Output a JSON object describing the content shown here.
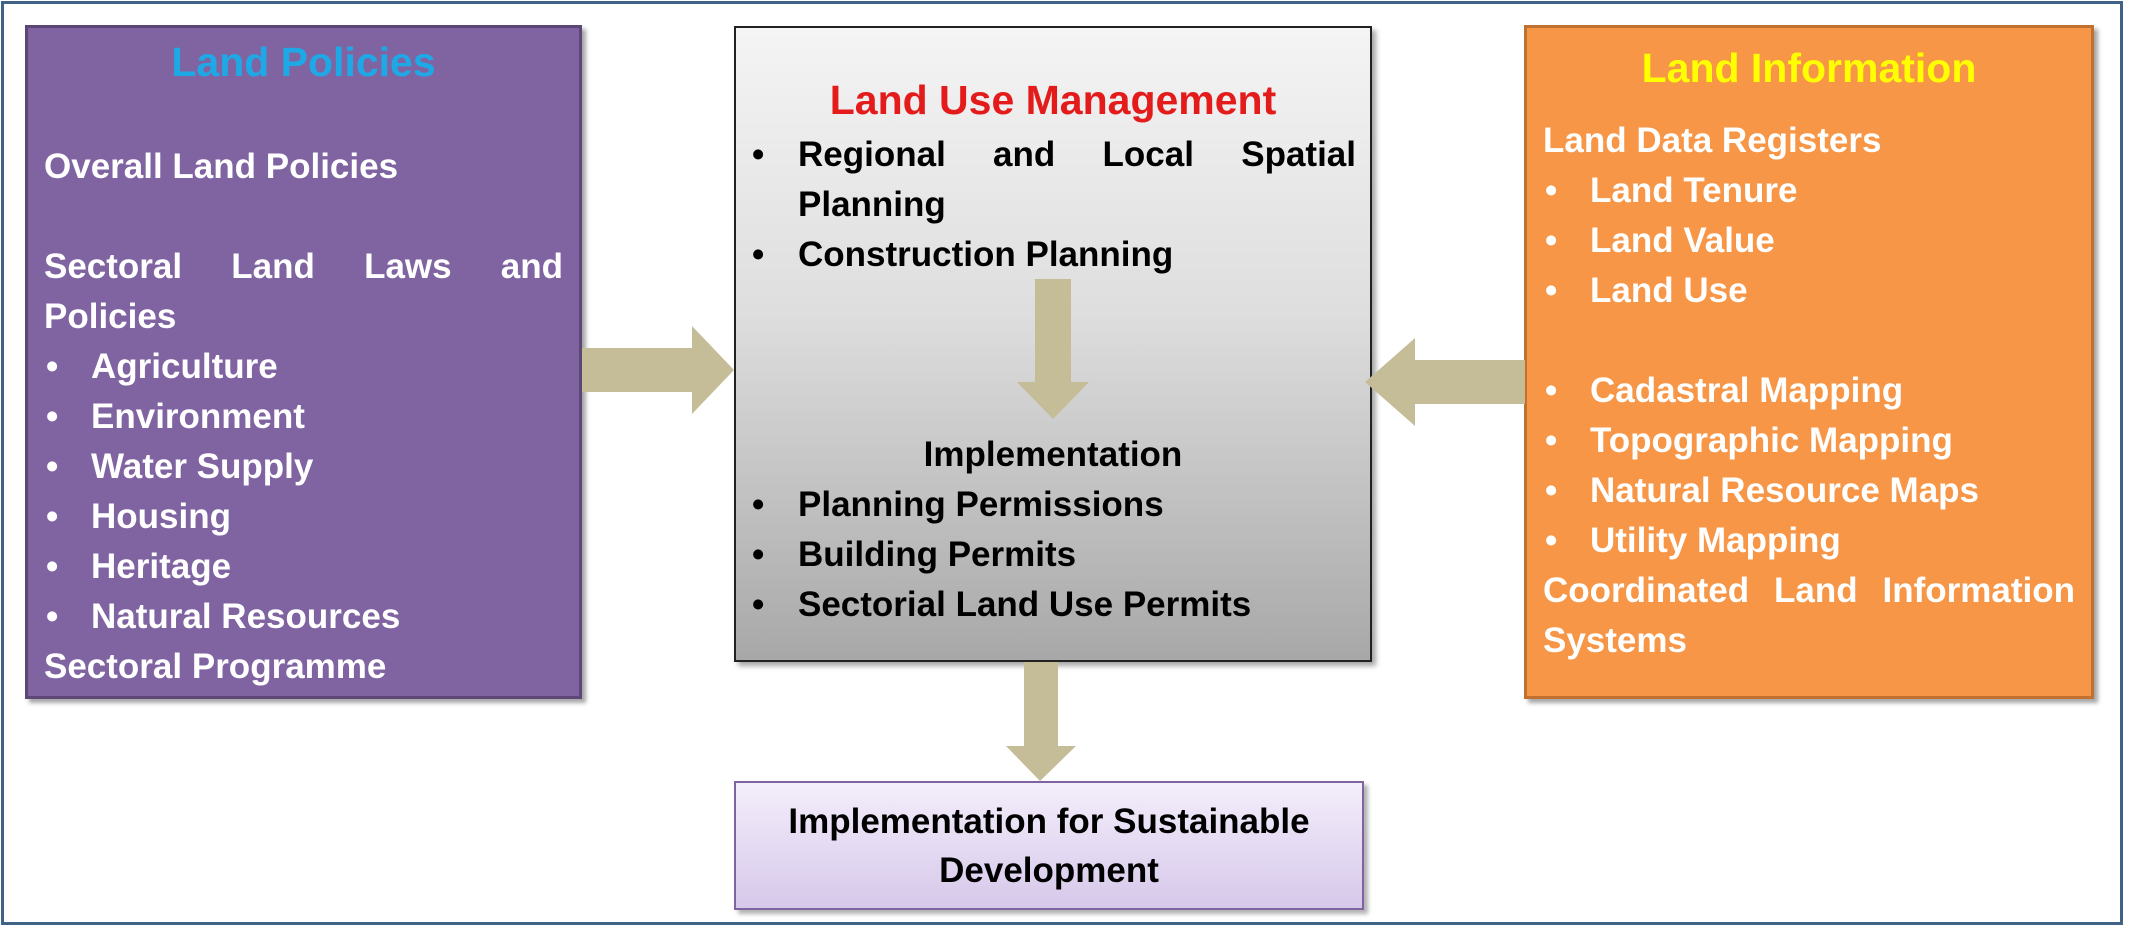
{
  "land_policies": {
    "title": "Land Policies",
    "overall": "Overall Land Policies",
    "sectoral_laws_line1": "Sectoral Land Laws and",
    "sectoral_laws_line2": "Policies",
    "items": [
      "Agriculture",
      "Environment",
      "Water Supply",
      "Housing",
      "Heritage",
      "Natural Resources"
    ],
    "programme": "Sectoral Programme"
  },
  "land_use_management": {
    "title": "Land Use Management",
    "planning_item1_line1": "Regional and Local Spatial",
    "planning_item1_line2": "Planning",
    "planning_item2": "Construction Planning",
    "implementation_heading": "Implementation",
    "implementation_items": [
      "Planning Permissions",
      "Building Permits",
      "Sectorial Land Use Permits"
    ]
  },
  "land_information": {
    "title": "Land Information",
    "registers_heading": "Land Data Registers",
    "registers_items": [
      "Land Tenure",
      "Land Value",
      "Land Use"
    ],
    "mapping_items": [
      "Cadastral Mapping",
      "Topographic Mapping",
      "Natural Resource Maps",
      "Utility Mapping"
    ],
    "coordinated_line1": "Coordinated Land Information",
    "coordinated_line2": "Systems"
  },
  "outcome": {
    "label": "Implementation for Sustainable Development"
  },
  "colors": {
    "policies_fill": "#8064a2",
    "information_fill": "#f79646",
    "arrow_fill": "#c4bd97"
  }
}
